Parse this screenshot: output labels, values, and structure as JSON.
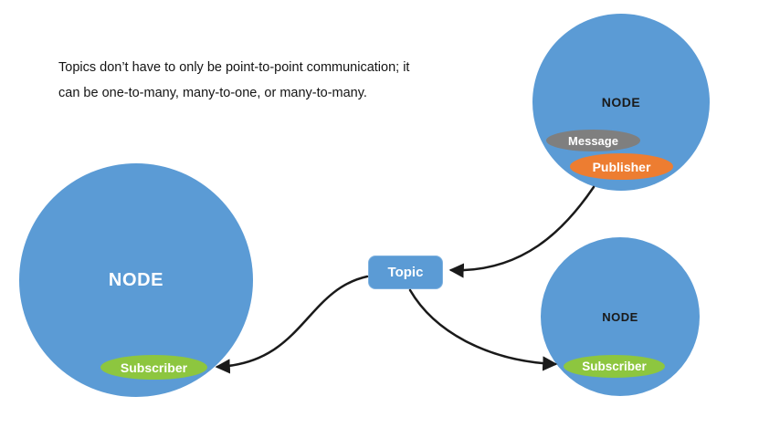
{
  "annotation": {
    "lines": [
      "Topics don’t have to only be point-to-point communication; it",
      "can be one-to-many, many-to-one, or many-to-many."
    ]
  },
  "nodes": {
    "left": {
      "title": "NODE",
      "subscriber_label": "Subscriber"
    },
    "top_right": {
      "title": "NODE",
      "message_label": "Message",
      "publisher_label": "Publisher"
    },
    "bottom_right": {
      "title": "NODE",
      "subscriber_label": "Subscriber"
    }
  },
  "topic": {
    "label": "Topic"
  },
  "colors": {
    "node_blue": "#5B9BD5",
    "subscriber_green": "#8DC63F",
    "publisher_orange": "#ED7D31",
    "message_gray": "#7F7F7F",
    "arrow_black": "#1a1a1a",
    "background": "#ffffff"
  }
}
